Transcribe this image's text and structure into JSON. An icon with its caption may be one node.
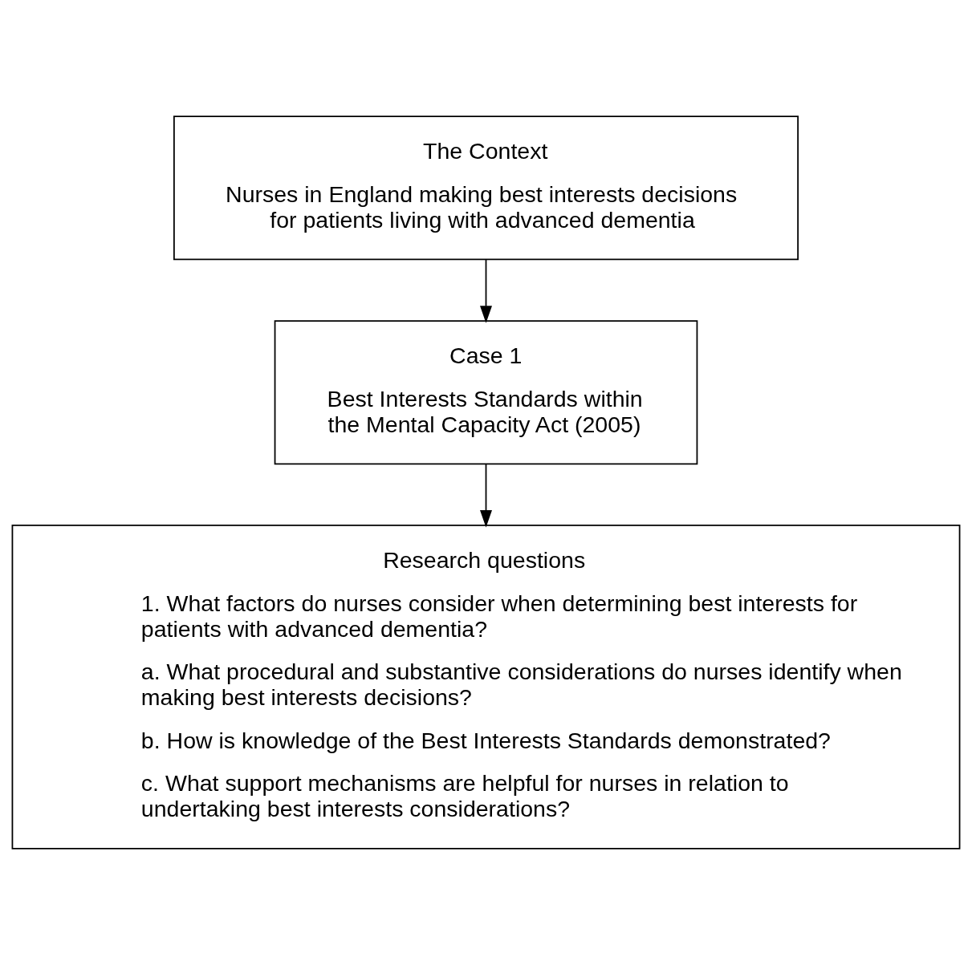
{
  "diagram": {
    "nodes": [
      {
        "text": [
          "The Context",
          "Nurses in England making best interests decisions for patients living with advanced dementia"
        ]
      },
      {
        "text": [
          "Case 1",
          "Best Interests Standards within the Mental Capacity Act (2005)"
        ]
      },
      {
        "text": [
          "Research questions",
          "1. What factors do nurses consider when determining best interests for patients with advanced dementia?",
          "a. What procedural and substantive considerations do nurses identify when making best interests decisions?",
          "b. How is knowledge of the Best Interests Standards demonstrated?",
          "c. What support mechanisms are helpful for nurses in relation to undertaking best interests considerations?"
        ]
      }
    ],
    "edges": [
      {
        "from": 0,
        "to": 1,
        "arrow": "to"
      },
      {
        "from": 1,
        "to": 2,
        "arrow": "to"
      }
    ]
  }
}
